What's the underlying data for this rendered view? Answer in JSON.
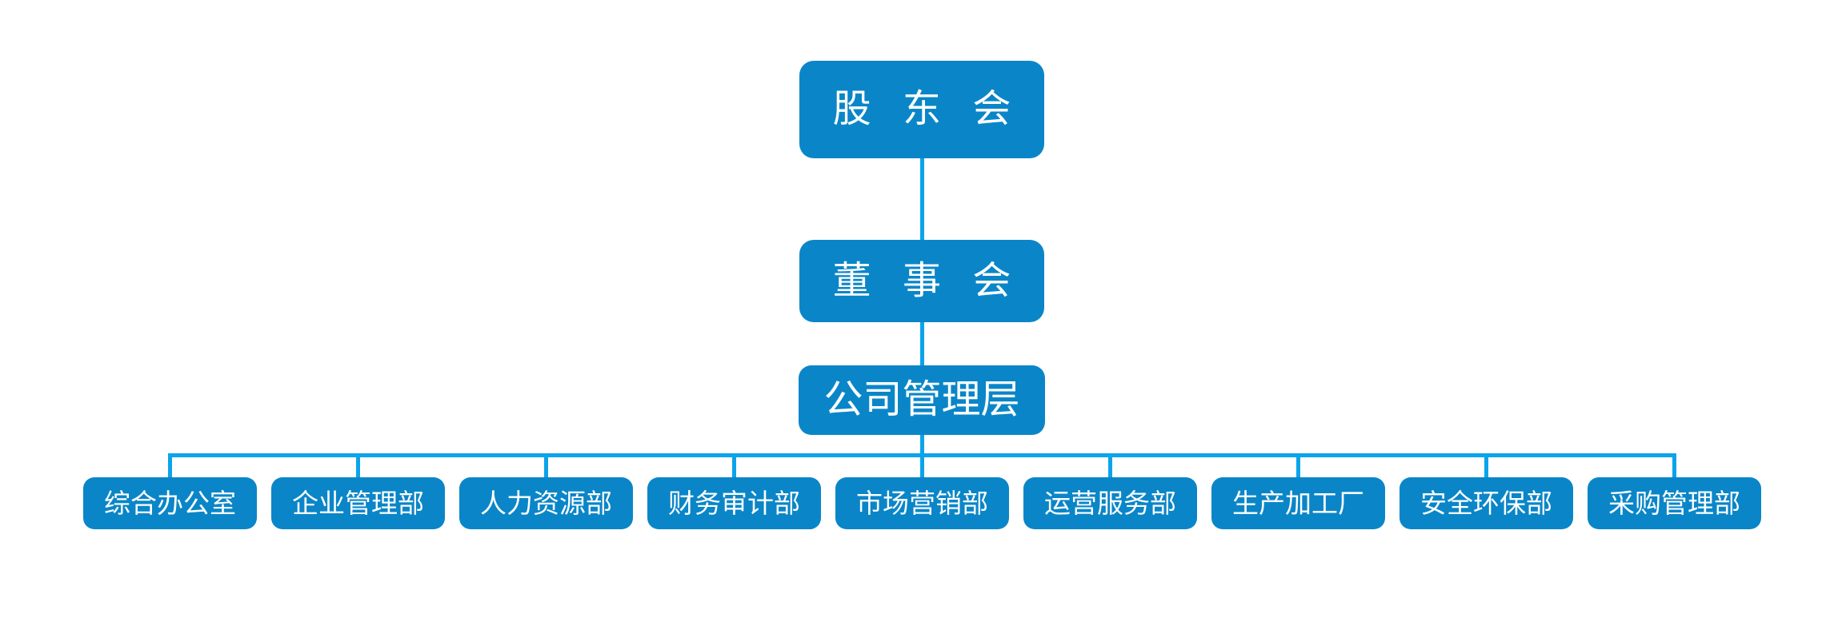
{
  "palette": {
    "node_fill": "#0a86c8",
    "connector_line": "#0ba4ea",
    "node_text": "#ffffff",
    "background": "#ffffff"
  },
  "org": {
    "levels": [
      {
        "id": "shareholders",
        "label": "股 东 会"
      },
      {
        "id": "board",
        "label": "董 事 会"
      },
      {
        "id": "management",
        "label": "公司管理层"
      }
    ],
    "departments": [
      {
        "label": "综合办公室"
      },
      {
        "label": "企业管理部"
      },
      {
        "label": "人力资源部"
      },
      {
        "label": "财务审计部"
      },
      {
        "label": "市场营销部"
      },
      {
        "label": "运营服务部"
      },
      {
        "label": "生产加工厂"
      },
      {
        "label": "安全环保部"
      },
      {
        "label": "采购管理部"
      }
    ]
  }
}
